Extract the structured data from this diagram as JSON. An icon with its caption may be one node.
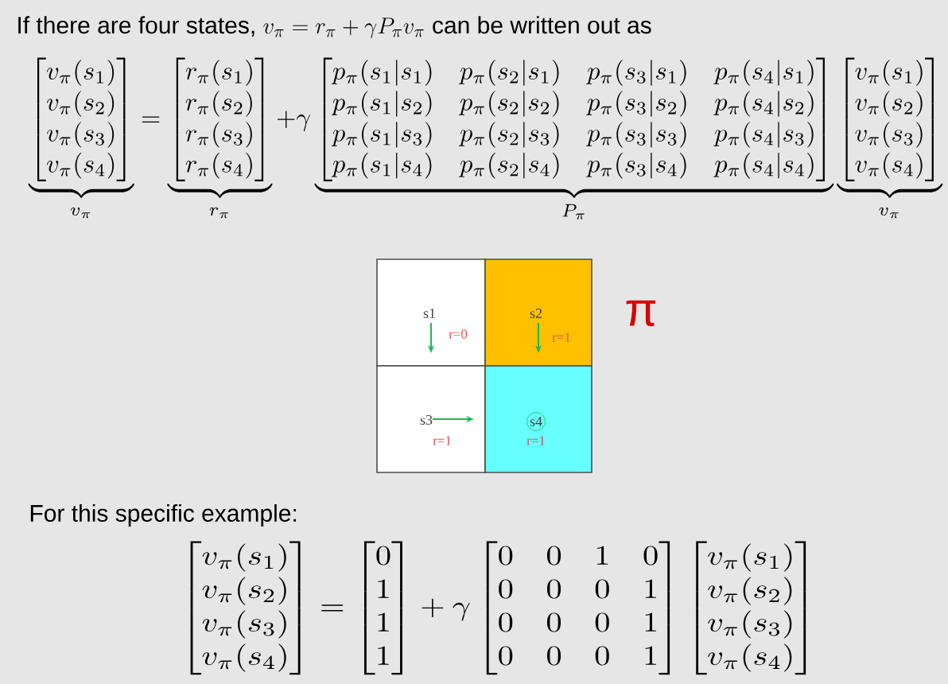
{
  "diagram": {
    "nodes": [
      {
        "text": [
          "s1",
          "r=0"
        ]
      },
      {
        "text": [
          "s2",
          "r=1"
        ]
      },
      {
        "text": [
          "s3",
          "r=1"
        ]
      },
      {
        "text": [
          "s4",
          "r=1"
        ]
      }
    ],
    "edges": [
      {
        "from": 0,
        "to": 2,
        "arrow": "to"
      },
      {
        "from": 1,
        "to": 3,
        "arrow": "to"
      },
      {
        "from": 2,
        "to": 3,
        "arrow": "to"
      }
    ],
    "labels": [
      "If there are four states,",
      "v_\\pi = r_\\pi + \\gamma P_\\pi v_\\pi",
      "can be written out as",
      "\\underbrace{\\begin{bmatrix} v_\\pi(s_1)\\\\ v_\\pi(s_2)\\\\ v_\\pi(s_3)\\\\ v_\\pi(s_4)\\end{bmatrix}}_{v_\\pi} = \\underbrace{\\begin{bmatrix} r_\\pi(s_1)\\\\ r_\\pi(s_2)\\\\ r_\\pi(s_3)\\\\ r_\\pi(s_4)\\end{bmatrix}}_{r_\\pi} + \\gamma \\underbrace{\\begin{bmatrix} p_\\pi(s_1|s_1) & p_\\pi(s_2|s_1) & p_\\pi(s_3|s_1) & p_\\pi(s_4|s_1)\\\\ p_\\pi(s_1|s_2) & p_\\pi(s_2|s_2) & p_\\pi(s_3|s_2) & p_\\pi(s_4|s_2)\\\\ p_\\pi(s_1|s_3) & p_\\pi(s_2|s_3) & p_\\pi(s_3|s_3) & p_\\pi(s_4|s_3)\\\\ p_\\pi(s_1|s_4) & p_\\pi(s_2|s_4) & p_\\pi(s_3|s_4) & p_\\pi(s_4|s_4)\\end{bmatrix}}_{P_\\pi}\\underbrace{\\begin{bmatrix} v_\\pi(s_1)\\\\ v_\\pi(s_2)\\\\ v_\\pi(s_3)\\\\ v_\\pi(s_4)\\end{bmatrix}}_{v_\\pi}",
      "π",
      "For this specific example:",
      "\\begin{bmatrix} v_\\pi(s_1)\\\\ v_\\pi(s_2)\\\\ v_\\pi(s_3)\\\\ v_\\pi(s_4)\\end{bmatrix} = \\begin{bmatrix} 0\\\\ 1\\\\ 1\\\\ 1\\end{bmatrix} + \\gamma \\begin{bmatrix} 0 & 0 & 1 & 0\\\\ 0 & 0 & 0 & 1\\\\ 0 & 0 & 0 & 1\\\\ 0 & 0 & 0 & 1\\end{bmatrix} \\begin{bmatrix} v_\\pi(s_1)\\\\ v_\\pi(s_2)\\\\ v_\\pi(s_3)\\\\ v_\\pi(s_4)\\end{bmatrix}"
    ]
  }
}
